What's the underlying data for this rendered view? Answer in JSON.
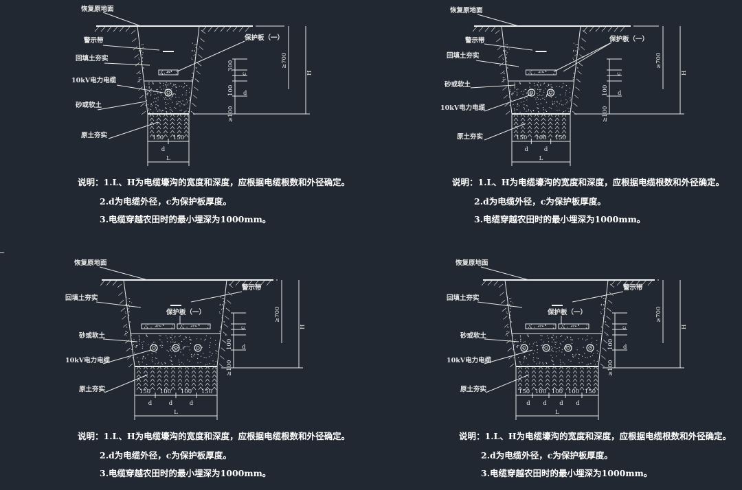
{
  "panels": [
    {
      "labels": {
        "ground": "恢复原地面",
        "tape": "警示带",
        "backfill": "回填土夯实",
        "plate": "保护板（一）",
        "cable": "10kV电力电缆",
        "sand": "砂或软土",
        "original_soil": "原土夯实"
      },
      "dims": {
        "d300": "300",
        "c": "c",
        "d100": "100",
        "d": "d",
        "ge100": "≥100",
        "ge700": "≥700",
        "H": "H",
        "bottom": [
          "150",
          "150"
        ],
        "bottom_d": [
          "d"
        ],
        "L": "L"
      },
      "cables": 1
    },
    {
      "labels": {
        "ground": "恢复原地面",
        "tape": "警示带",
        "backfill": "回填土夯实",
        "plate": "保护板（一）",
        "cable": "10kV电力电缆",
        "sand": "砂或软土",
        "original_soil": "原土夯实"
      },
      "dims": {
        "d300": "",
        "c": "c",
        "d100": "100",
        "d": "d",
        "ge100": "≥100",
        "ge700": "≥700",
        "H": "H",
        "bottom": [
          "150",
          "100",
          "150"
        ],
        "bottom_d": [
          "d",
          "d"
        ],
        "L": "L"
      },
      "cables": 2
    },
    {
      "labels": {
        "ground": "恢复原地面",
        "tape": "警示带",
        "backfill": "回填土夯实",
        "plate": "保护板（一）",
        "cable": "10kV电力电缆",
        "sand": "砂或软土",
        "original_soil": "原土夯实"
      },
      "dims": {
        "d300": "",
        "c": "c",
        "d100": "100",
        "d": "d",
        "ge100": "≥100",
        "ge700": "≥700",
        "H": "H",
        "bottom": [
          "150",
          "100",
          "100",
          "150"
        ],
        "bottom_d": [
          "d",
          "d",
          "d"
        ],
        "L": "L"
      },
      "cables": 3
    },
    {
      "labels": {
        "ground": "恢复原地面",
        "tape": "警示带",
        "backfill": "回填土夯实",
        "plate": "保护板（一）",
        "cable": "10kV电力电缆",
        "sand": "砂或软土",
        "original_soil": "原土夯实"
      },
      "dims": {
        "d300": "",
        "c": "c",
        "d100": "100",
        "d": "d",
        "ge100": "≥100",
        "ge700": "≥700",
        "H": "H",
        "bottom": [
          "150",
          "100",
          "100",
          "100",
          "150"
        ],
        "bottom_d": [
          "d",
          "d",
          "d",
          "d"
        ],
        "L": "L"
      },
      "cables": 4
    }
  ],
  "notes": {
    "n1": "说明：1.L、H为电缆壕沟的宽度和深度，应根据电缆根数和外径确定。",
    "n2": "2.d为电缆外径，c为保护板厚度。",
    "n3": "3.电缆穿越农田时的最小埋深为1000mm。"
  },
  "colors": {
    "background": "#222831",
    "lines": "#e8e8e8"
  }
}
